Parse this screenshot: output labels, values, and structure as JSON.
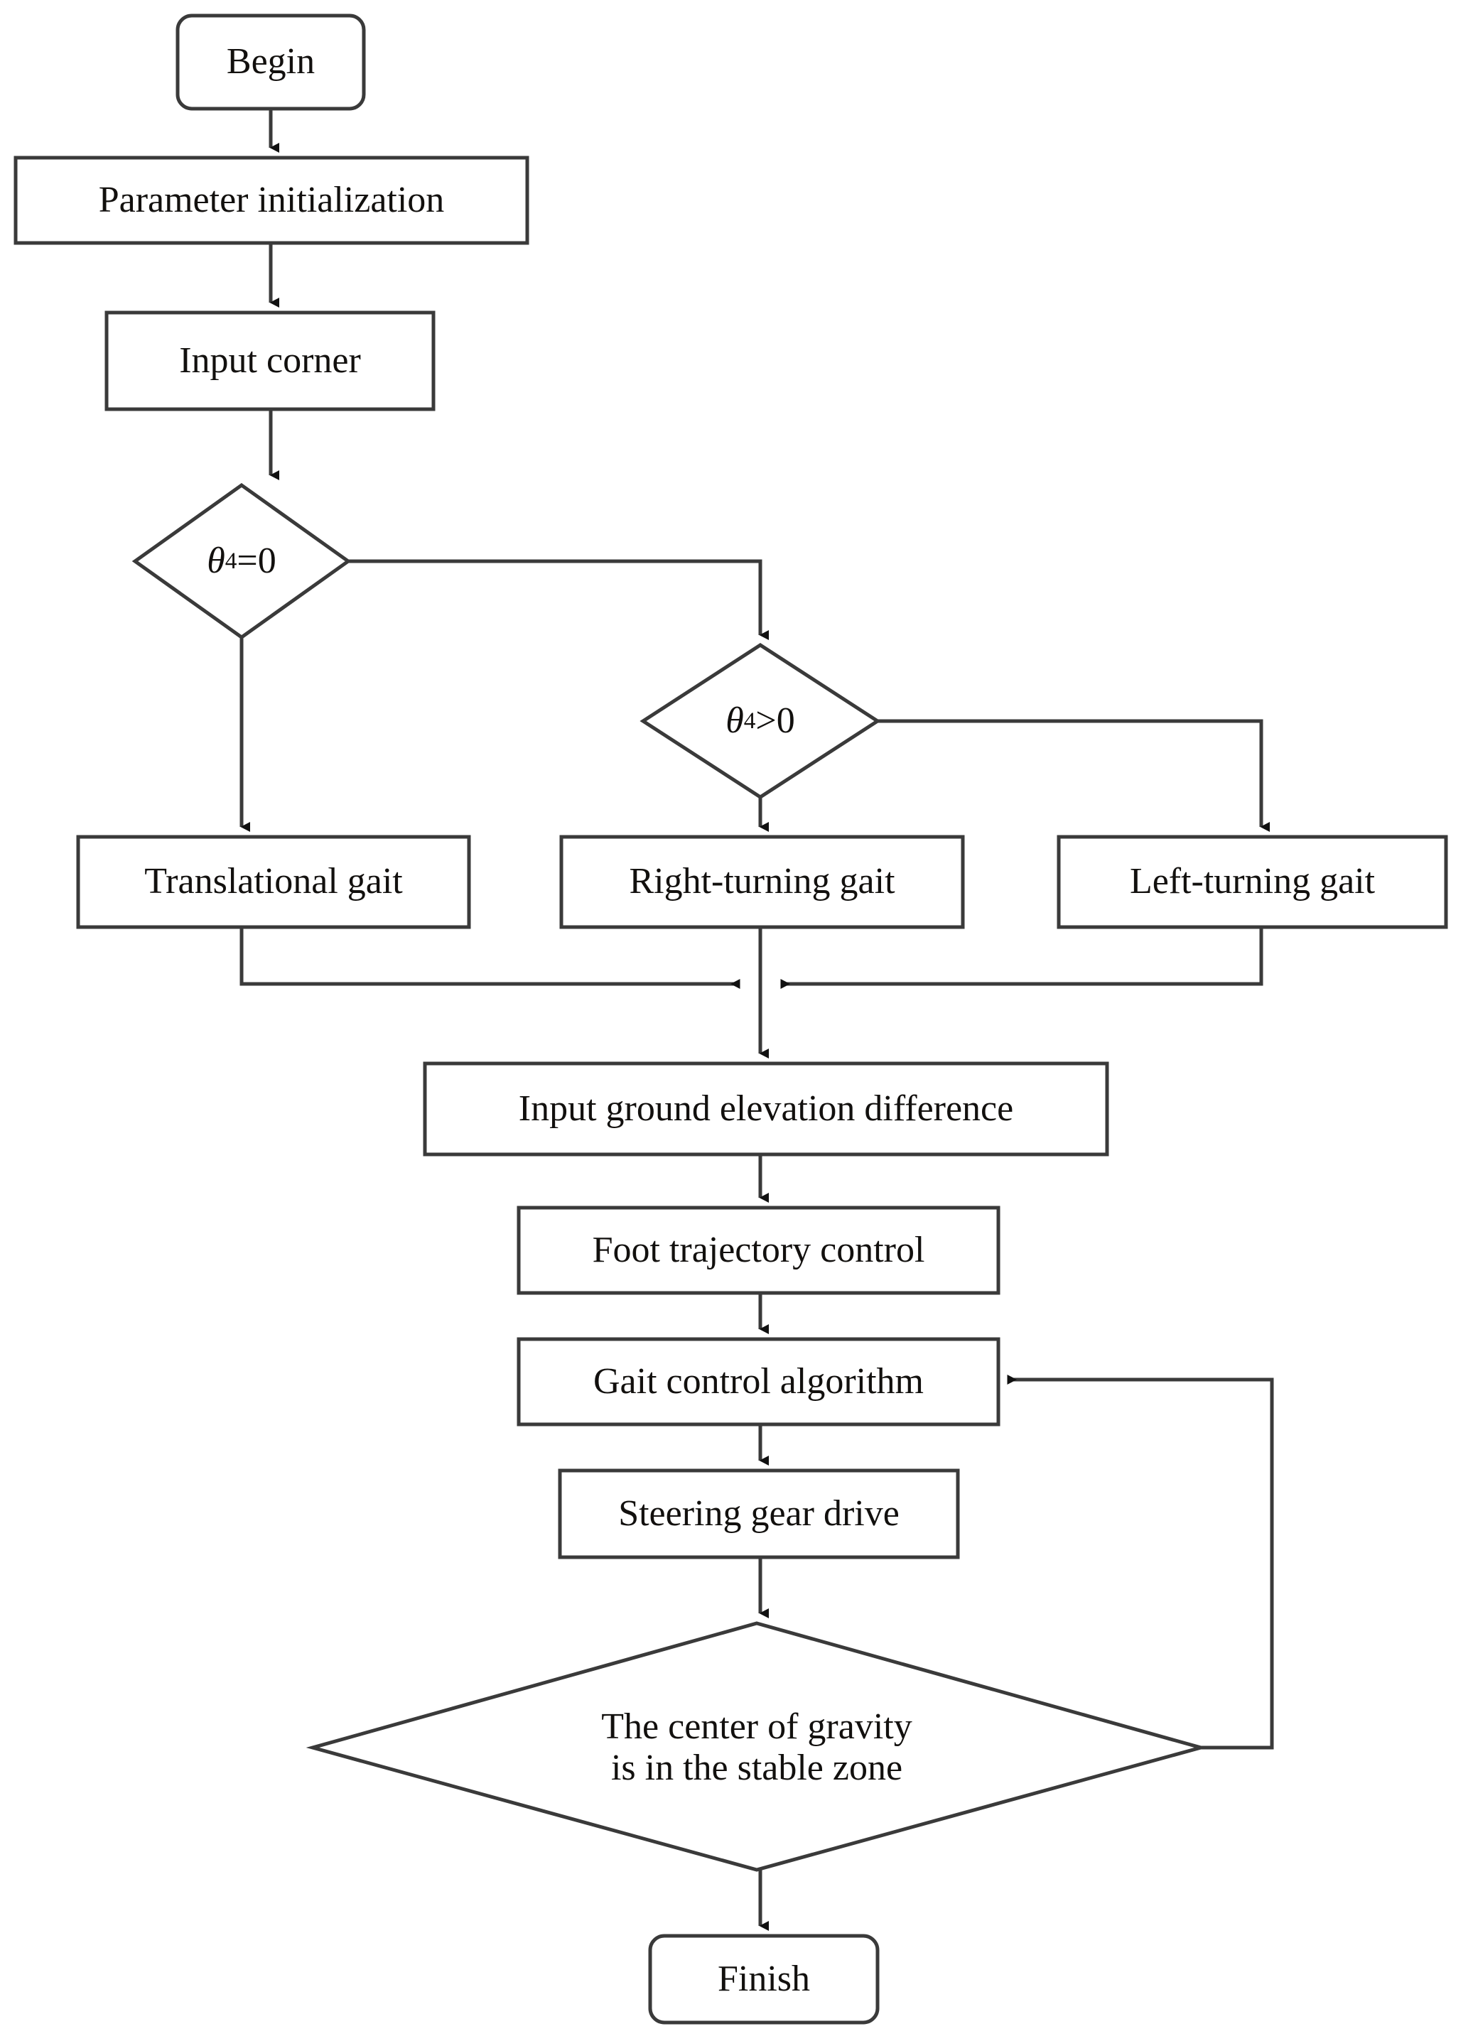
{
  "diagram": {
    "type": "flowchart",
    "title": "Gait control flowchart",
    "stroke_color": "#3a3a3a",
    "text_color": "#12100e",
    "background": "#ffffff"
  },
  "nodes": {
    "begin": {
      "label": "Begin",
      "shape": "terminal"
    },
    "parameter_initialization": {
      "label": "Parameter initialization",
      "shape": "process"
    },
    "input_corner": {
      "label": "Input corner",
      "shape": "process"
    },
    "decision_theta_eq_zero": {
      "label": "θ4=0",
      "symbol": "θ",
      "subscript": "4",
      "operator": "=0",
      "shape": "decision"
    },
    "decision_theta_gt_zero": {
      "label": "θ4>0",
      "symbol": "θ",
      "subscript": "4",
      "operator": ">0",
      "shape": "decision"
    },
    "translational_gait": {
      "label": "Translational gait",
      "shape": "process"
    },
    "right_turning_gait": {
      "label": "Right-turning gait",
      "shape": "process"
    },
    "left_turning_gait": {
      "label": "Left-turning gait",
      "shape": "process"
    },
    "input_ground_elevation_difference": {
      "label": "Input ground elevation difference",
      "shape": "process"
    },
    "foot_trajectory_control": {
      "label": "Foot trajectory control",
      "shape": "process"
    },
    "gait_control_algorithm": {
      "label": "Gait control algorithm",
      "shape": "process"
    },
    "steering_gear_drive": {
      "label": "Steering gear drive",
      "shape": "process"
    },
    "decision_center_of_gravity": {
      "label": "The center of gravity\nis in the stable zone",
      "line1": "The center of gravity",
      "line2": "is in the stable zone",
      "shape": "decision"
    },
    "finish": {
      "label": "Finish",
      "shape": "terminal"
    }
  },
  "edges": [
    {
      "from": "begin",
      "to": "parameter_initialization"
    },
    {
      "from": "parameter_initialization",
      "to": "input_corner"
    },
    {
      "from": "input_corner",
      "to": "decision_theta_eq_zero"
    },
    {
      "from": "decision_theta_eq_zero",
      "to": "translational_gait"
    },
    {
      "from": "decision_theta_eq_zero",
      "to": "decision_theta_gt_zero"
    },
    {
      "from": "decision_theta_gt_zero",
      "to": "right_turning_gait"
    },
    {
      "from": "decision_theta_gt_zero",
      "to": "left_turning_gait"
    },
    {
      "from": "translational_gait",
      "to": "merge_junction"
    },
    {
      "from": "right_turning_gait",
      "to": "merge_junction"
    },
    {
      "from": "left_turning_gait",
      "to": "merge_junction"
    },
    {
      "from": "merge_junction",
      "to": "input_ground_elevation_difference"
    },
    {
      "from": "input_ground_elevation_difference",
      "to": "foot_trajectory_control"
    },
    {
      "from": "foot_trajectory_control",
      "to": "gait_control_algorithm"
    },
    {
      "from": "gait_control_algorithm",
      "to": "steering_gear_drive"
    },
    {
      "from": "steering_gear_drive",
      "to": "decision_center_of_gravity"
    },
    {
      "from": "decision_center_of_gravity",
      "to": "finish"
    },
    {
      "from": "decision_center_of_gravity",
      "to": "gait_control_algorithm",
      "kind": "feedback"
    }
  ]
}
